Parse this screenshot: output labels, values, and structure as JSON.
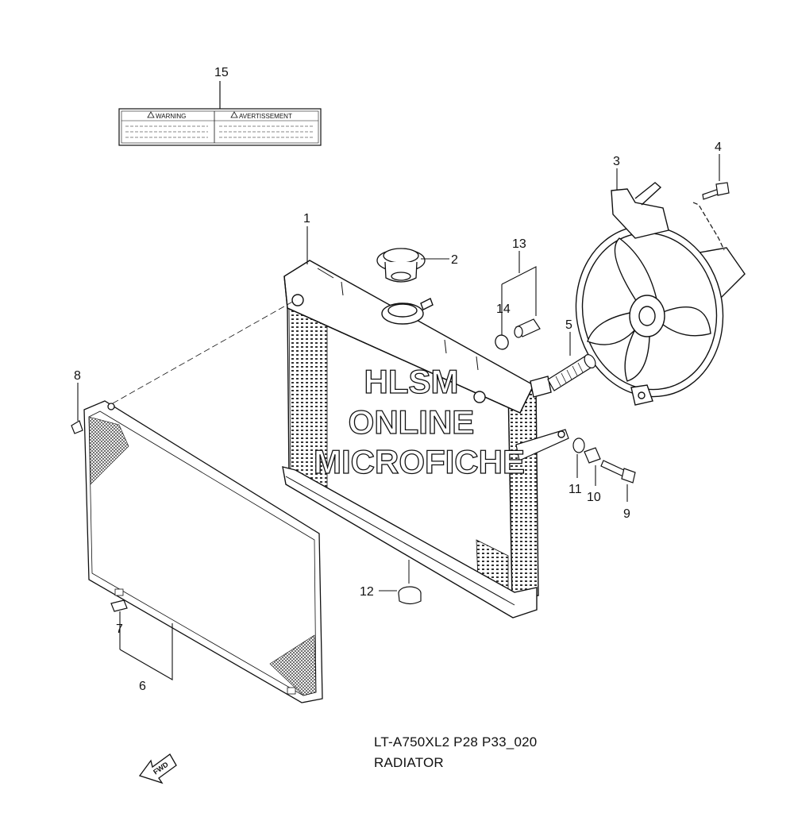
{
  "diagram": {
    "reference_code": "LT-A750XL2 P28 P33_020",
    "title": "RADIATOR",
    "watermark": [
      "HLSM",
      "ONLINE",
      "MICROFICHE"
    ],
    "fwd_label": "FWD",
    "label_sticker": {
      "left_text": "WARNING",
      "right_text": "AVERTISSEMENT"
    },
    "callouts": [
      "1",
      "2",
      "3",
      "4",
      "5",
      "6",
      "7",
      "8",
      "9",
      "10",
      "11",
      "12",
      "13",
      "14",
      "15"
    ]
  }
}
